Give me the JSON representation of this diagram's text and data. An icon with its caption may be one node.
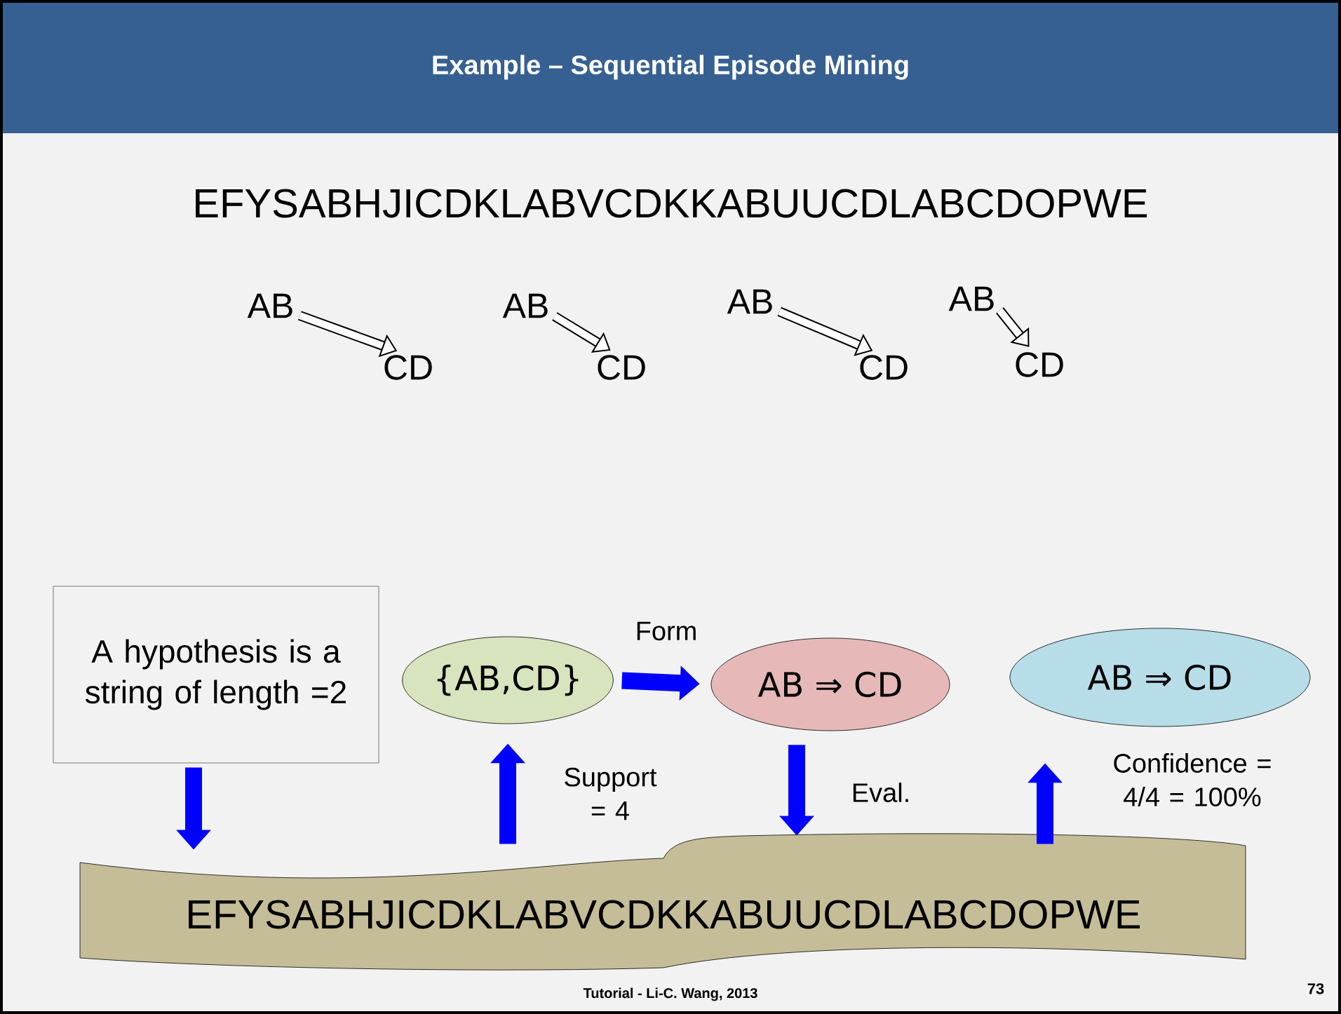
{
  "diagram": {
    "title": "Example – Sequential Episode Mining",
    "nodes": [
      {
        "text": [
          "A hypothesis is a string of length =2"
        ]
      },
      {
        "text": [
          "{AB,CD}"
        ]
      },
      {
        "text": [
          "AB ⇒ CD"
        ]
      },
      {
        "text": [
          "AB ⇒ CD"
        ]
      },
      {
        "text": [
          "EFYSABHJICDKLABVCDKKABUUCDLABCDOPWE"
        ]
      },
      {
        "text": [
          "AB"
        ]
      },
      {
        "text": [
          "CD"
        ]
      },
      {
        "text": [
          "AB"
        ]
      },
      {
        "text": [
          "CD"
        ]
      },
      {
        "text": [
          "AB"
        ]
      },
      {
        "text": [
          "CD"
        ]
      },
      {
        "text": [
          "AB"
        ]
      },
      {
        "text": [
          "CD"
        ]
      }
    ],
    "edges": [
      {
        "from": 5,
        "to": 6,
        "arrow": "to",
        "color": "#000000"
      },
      {
        "from": 7,
        "to": 8,
        "arrow": "to",
        "color": "#000000"
      },
      {
        "from": 9,
        "to": 10,
        "arrow": "to",
        "color": "#000000"
      },
      {
        "from": 11,
        "to": 12,
        "arrow": "to",
        "color": "#000000"
      },
      {
        "from": 0,
        "to": 4,
        "arrow": "to"
      },
      {
        "from": 4,
        "to": 1,
        "arrow": "to",
        "label": "Support = 4"
      },
      {
        "from": 1,
        "to": 2,
        "arrow": "to",
        "label": "Form"
      },
      {
        "from": 2,
        "to": 4,
        "arrow": "to",
        "label": "Eval."
      },
      {
        "from": 4,
        "to": 3,
        "arrow": "to",
        "label": "Confidence = 4/4 = 100%"
      }
    ],
    "labels": [
      "EFYSABHJICDKLABVCDKKABUUCDLABCDOPWE",
      "Tutorial - Li-C. Wang, 2013",
      "73"
    ]
  }
}
